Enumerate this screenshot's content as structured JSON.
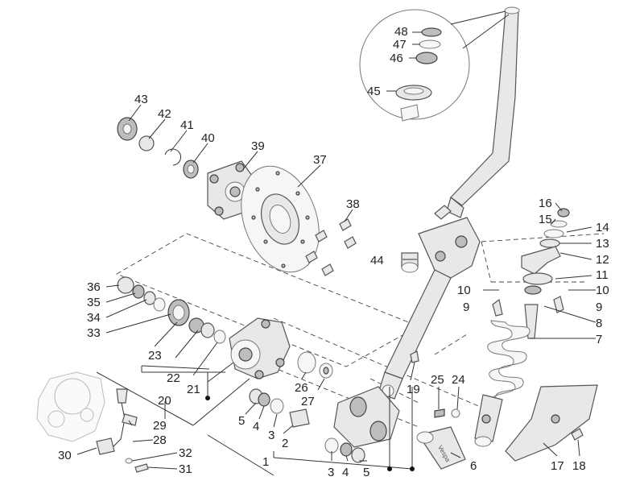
{
  "callouts": {
    "c1": "1",
    "c2": "2",
    "c3a": "3",
    "c3b": "3",
    "c4a": "4",
    "c4b": "4",
    "c5a": "5",
    "c5b": "5",
    "c6": "6",
    "c7": "7",
    "c8": "8",
    "c9a": "9",
    "c9b": "9",
    "c10a": "10",
    "c10b": "10",
    "c11": "11",
    "c12": "12",
    "c13": "13",
    "c14": "14",
    "c15": "15",
    "c16": "16",
    "c17": "17",
    "c18": "18",
    "c19": "19",
    "c20": "20",
    "c21": "21",
    "c22": "22",
    "c23": "23",
    "c24": "24",
    "c25": "25",
    "c26": "26",
    "c27": "27",
    "c28": "28",
    "c29": "29",
    "c30": "30",
    "c31": "31",
    "c32": "32",
    "c33": "33",
    "c34": "34",
    "c35": "35",
    "c36": "36",
    "c37": "37",
    "c38": "38",
    "c39": "39",
    "c40": "40",
    "c41": "41",
    "c42": "42",
    "c43": "43",
    "c44": "44",
    "c45": "45",
    "c46": "46",
    "c47": "47",
    "c48": "48"
  },
  "badge_text": "Vespa",
  "colors": {
    "ink": "#222222",
    "part_fill": "#e8e8e8",
    "part_dark": "#bdbdbd",
    "background": "#ffffff"
  }
}
